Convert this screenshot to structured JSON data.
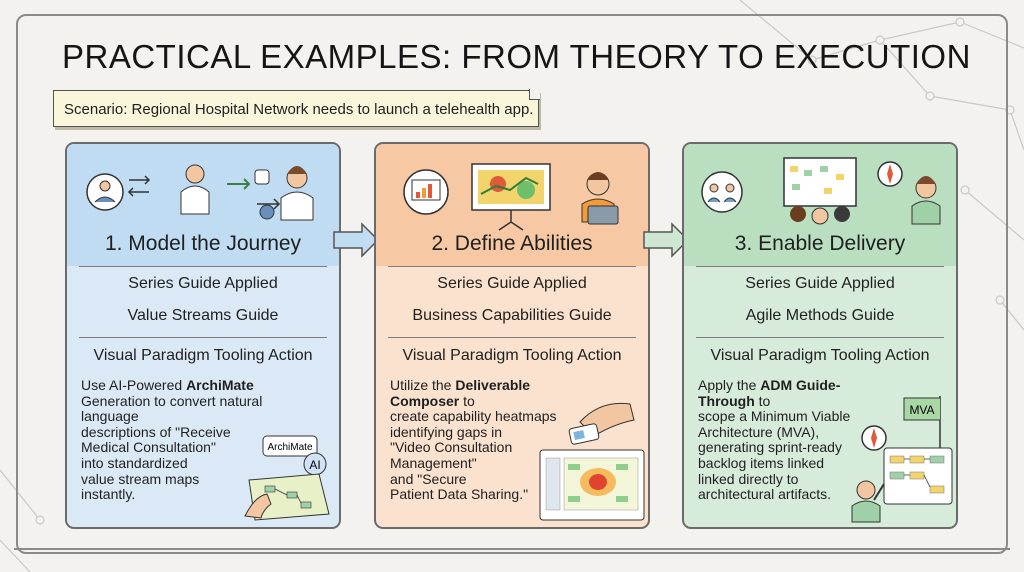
{
  "title": "PRACTICAL EXAMPLES: FROM THEORY TO EXECUTION",
  "scenario": "Scenario: Regional Hospital Network needs to launch a telehealth app.",
  "cards": [
    {
      "step": "1. Model the Journey",
      "series_label": "Series Guide Applied",
      "guide": "Value Streams Guide",
      "tool_label": "Visual Paradigm Tooling Action",
      "desc_lines": [
        {
          "pre": "Use AI-Powered ",
          "bold": "ArchiMate",
          "post": ""
        },
        {
          "pre": "Generation to convert natural language",
          "bold": "",
          "post": ""
        },
        {
          "pre": "descriptions of \"Receive",
          "bold": "",
          "post": ""
        },
        {
          "pre": "Medical Consultation\"",
          "bold": "",
          "post": ""
        },
        {
          "pre": "into standardized",
          "bold": "",
          "post": ""
        },
        {
          "pre": "value stream maps",
          "bold": "",
          "post": ""
        },
        {
          "pre": "instantly.",
          "bold": "",
          "post": ""
        }
      ],
      "illustration_tags": [
        "ArchiMate",
        "AI"
      ],
      "accent": "#c0dcf2"
    },
    {
      "step": "2. Define Abilities",
      "series_label": "Series Guide Applied",
      "guide": "Business Capabilities Guide",
      "tool_label": "Visual Paradigm Tooling Action",
      "desc_lines": [
        {
          "pre": "Utilize the ",
          "bold": "Deliverable Composer",
          "post": " to"
        },
        {
          "pre": "create capability heatmaps",
          "bold": "",
          "post": ""
        },
        {
          "pre": "identifying gaps in",
          "bold": "",
          "post": ""
        },
        {
          "pre": "\"Video Consultation",
          "bold": "",
          "post": ""
        },
        {
          "pre": "Management\"",
          "bold": "",
          "post": ""
        },
        {
          "pre": "and \"Secure",
          "bold": "",
          "post": ""
        },
        {
          "pre": "Patient Data Sharing.\"",
          "bold": "",
          "post": ""
        }
      ],
      "illustration_tags": [],
      "accent": "#f6c9a4"
    },
    {
      "step": "3. Enable Delivery",
      "series_label": "Series Guide Applied",
      "guide": "Agile Methods Guide",
      "tool_label": "Visual Paradigm Tooling Action",
      "desc_lines": [
        {
          "pre": "Apply the ",
          "bold": "ADM Guide-Through",
          "post": " to"
        },
        {
          "pre": "scope a Minimum Viable",
          "bold": "",
          "post": ""
        },
        {
          "pre": "Architecture (MVA),",
          "bold": "",
          "post": ""
        },
        {
          "pre": "generating sprint-ready",
          "bold": "",
          "post": ""
        },
        {
          "pre": "backlog items linked",
          "bold": "",
          "post": ""
        },
        {
          "pre": "linked directly to",
          "bold": "",
          "post": ""
        },
        {
          "pre": "architectural artifacts.",
          "bold": "",
          "post": ""
        }
      ],
      "illustration_tags": [
        "MVA"
      ],
      "accent": "#b9dfc0"
    }
  ],
  "icons": [
    "patient-doctor-icon",
    "video-presentation-icon",
    "team-board-icon",
    "compass-icon",
    "flag-icon",
    "hand-pointer-icon"
  ]
}
